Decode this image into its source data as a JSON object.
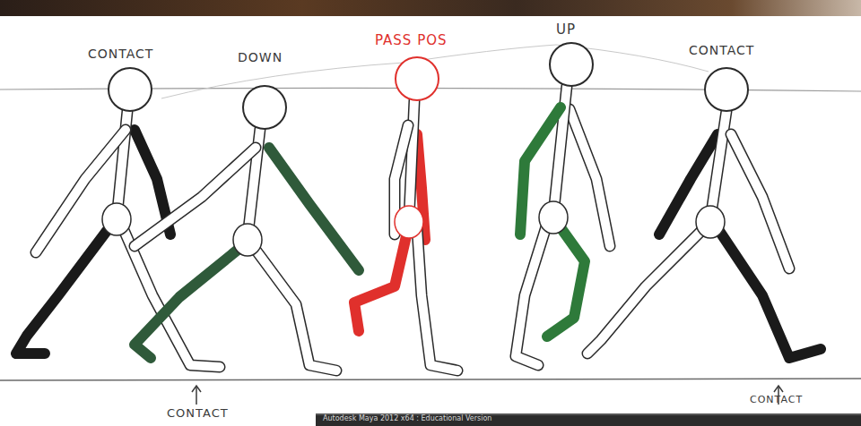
{
  "diagram": {
    "labels": [
      "CONTACT",
      "DOWN",
      "PASS POS",
      "UP",
      "CONTACT",
      "CONTACT",
      "CONTACT",
      "Autodesk Maya 2012 x64 : Educational Version"
    ]
  }
}
